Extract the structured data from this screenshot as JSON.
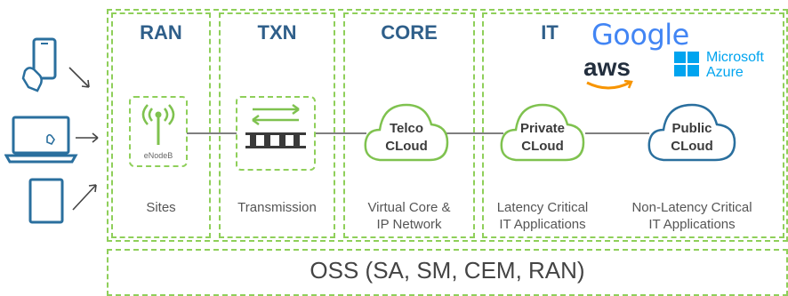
{
  "sections": {
    "ran": {
      "title": "RAN",
      "node_label": "eNodeB",
      "caption": "Sites"
    },
    "txn": {
      "title": "TXN",
      "caption": "Transmission"
    },
    "core": {
      "title": "CORE",
      "cloud_line1": "Telco",
      "cloud_line2": "CLoud",
      "caption_line1": "Virtual Core &",
      "caption_line2": "IP Network"
    },
    "it": {
      "title": "IT",
      "private_line1": "Private",
      "private_line2": "CLoud",
      "private_caption_line1": "Latency Critical",
      "private_caption_line2": "IT Applications",
      "public_line1": "Public",
      "public_line2": "CLoud",
      "public_caption_line1": "Non-Latency Critical",
      "public_caption_line2": "IT Applications"
    }
  },
  "logos": {
    "google": "Google",
    "aws": "aws",
    "azure_line1": "Microsoft",
    "azure_line2": "Azure"
  },
  "oss": {
    "label": "OSS (SA, SM, CEM, RAN)"
  },
  "devices": [
    "smartphone-icon",
    "laptop-icon",
    "tablet-icon"
  ],
  "colors": {
    "accent_green": "#8fcf5a",
    "title_blue": "#2f5f8a",
    "device_blue": "#2a6f9e",
    "cloud_green": "#7fc24f",
    "cloud_blue": "#2a6f9e"
  }
}
